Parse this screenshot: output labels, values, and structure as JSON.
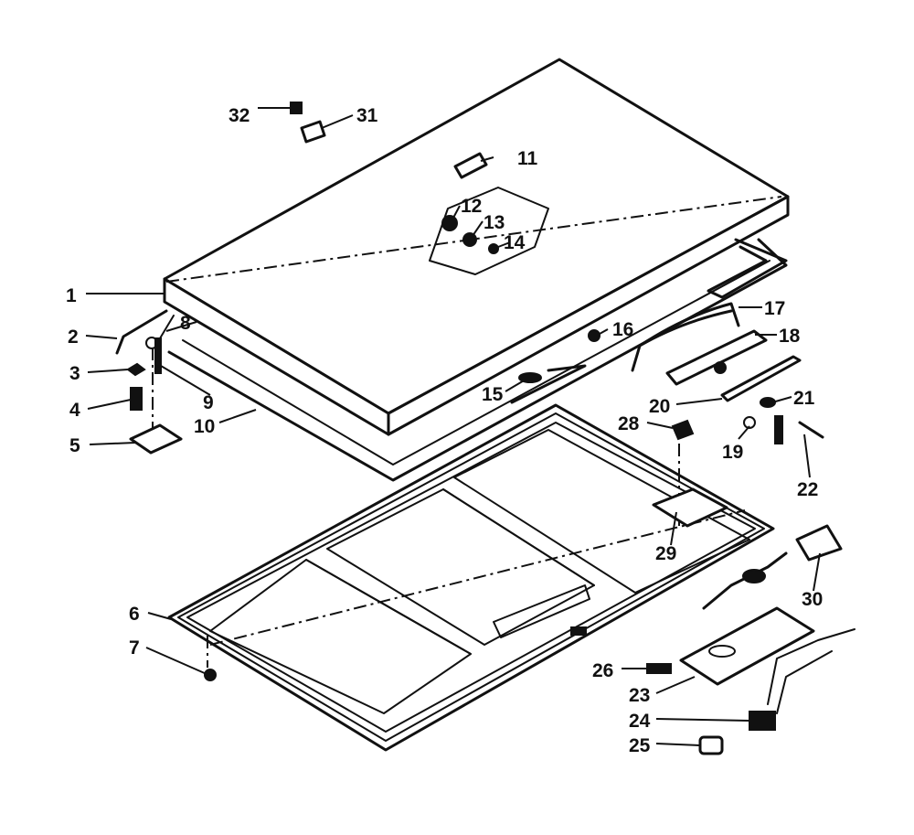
{
  "diagram": {
    "colors": {
      "ink": "#111111",
      "paper": "#ffffff"
    },
    "callouts": [
      {
        "id": "1",
        "text": "1"
      },
      {
        "id": "2",
        "text": "2"
      },
      {
        "id": "3",
        "text": "3"
      },
      {
        "id": "4",
        "text": "4"
      },
      {
        "id": "5",
        "text": "5"
      },
      {
        "id": "6",
        "text": "6"
      },
      {
        "id": "7",
        "text": "7"
      },
      {
        "id": "8",
        "text": "8"
      },
      {
        "id": "9",
        "text": "9"
      },
      {
        "id": "10",
        "text": "10"
      },
      {
        "id": "11",
        "text": "11"
      },
      {
        "id": "12",
        "text": "12"
      },
      {
        "id": "13",
        "text": "13"
      },
      {
        "id": "14",
        "text": "14"
      },
      {
        "id": "15",
        "text": "15"
      },
      {
        "id": "16",
        "text": "16"
      },
      {
        "id": "17",
        "text": "17"
      },
      {
        "id": "18",
        "text": "18"
      },
      {
        "id": "19",
        "text": "19"
      },
      {
        "id": "20",
        "text": "20"
      },
      {
        "id": "21",
        "text": "21"
      },
      {
        "id": "22",
        "text": "22"
      },
      {
        "id": "23",
        "text": "23"
      },
      {
        "id": "24",
        "text": "24"
      },
      {
        "id": "25",
        "text": "25"
      },
      {
        "id": "26",
        "text": "26"
      },
      {
        "id": "28",
        "text": "28"
      },
      {
        "id": "29",
        "text": "29"
      },
      {
        "id": "30",
        "text": "30"
      },
      {
        "id": "31",
        "text": "31"
      },
      {
        "id": "32",
        "text": "32"
      }
    ]
  }
}
